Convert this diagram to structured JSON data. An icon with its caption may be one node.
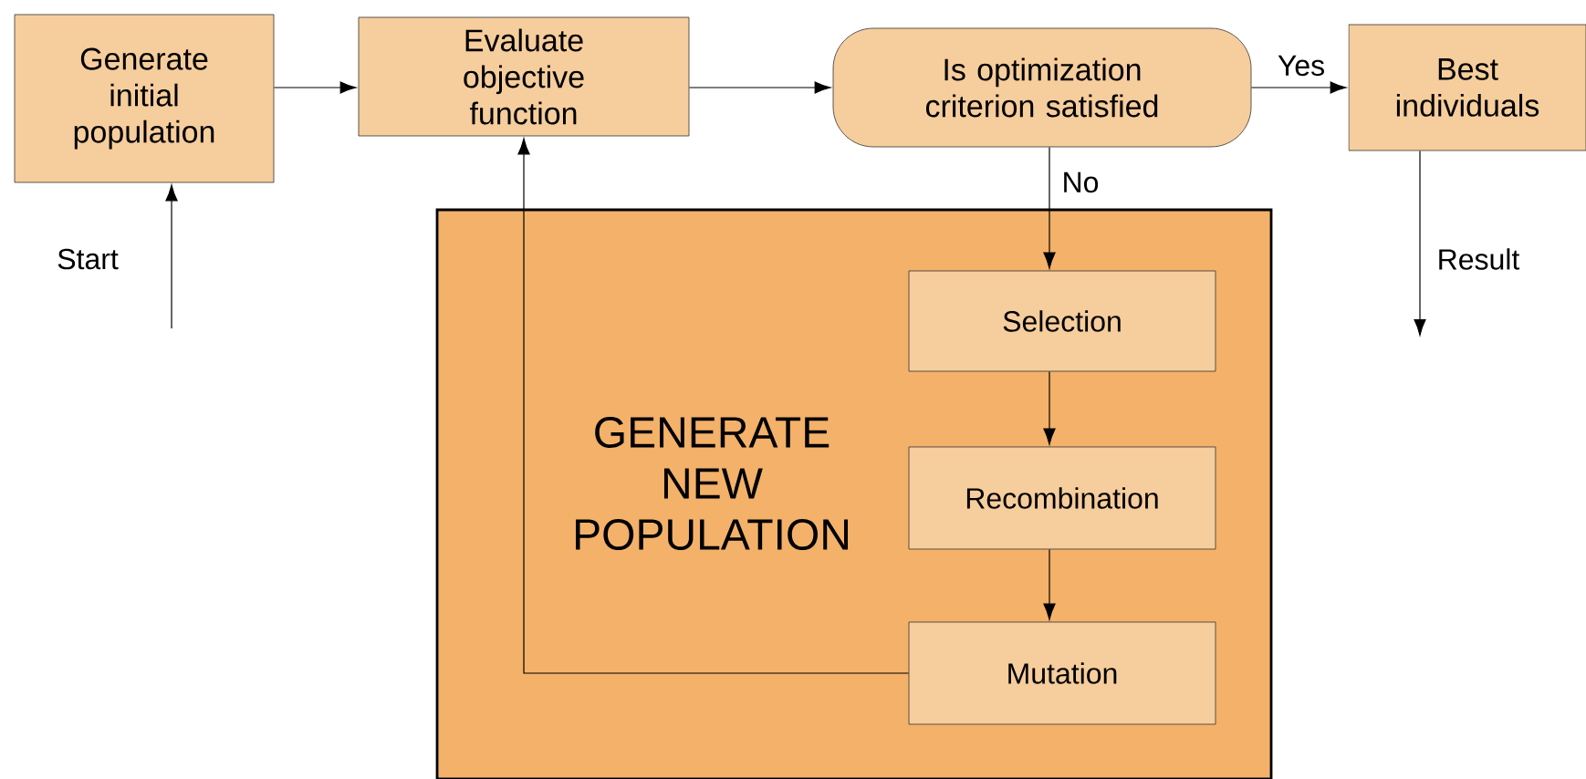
{
  "diagram": {
    "nodes": [
      {
        "text": [
          "Generate initial population"
        ]
      },
      {
        "text": [
          "Evaluate objective function"
        ]
      },
      {
        "text": [
          "Is optimization criterion satisfied"
        ]
      },
      {
        "text": [
          "Best individuals"
        ]
      },
      {
        "text": [
          "GENERATE NEW POPULATION"
        ]
      },
      {
        "text": [
          "Selection"
        ],
        "in": 4
      },
      {
        "text": [
          "Recombination"
        ],
        "in": 4
      },
      {
        "text": [
          "Mutation"
        ],
        "in": 4
      }
    ],
    "edges": [
      {
        "from": null,
        "to": 0,
        "arrow": "to",
        "label": "Start"
      },
      {
        "from": 0,
        "to": 1,
        "arrow": "to"
      },
      {
        "from": 1,
        "to": 2,
        "arrow": "to"
      },
      {
        "from": 2,
        "to": 3,
        "arrow": "to",
        "label": "Yes"
      },
      {
        "from": 2,
        "to": 5,
        "arrow": "to",
        "label": "No"
      },
      {
        "from": 5,
        "to": 6,
        "arrow": "to"
      },
      {
        "from": 6,
        "to": 7,
        "arrow": "to"
      },
      {
        "from": 7,
        "to": 1,
        "arrow": "to"
      },
      {
        "from": 3,
        "to": null,
        "arrow": "to",
        "label": "Result"
      }
    ]
  }
}
